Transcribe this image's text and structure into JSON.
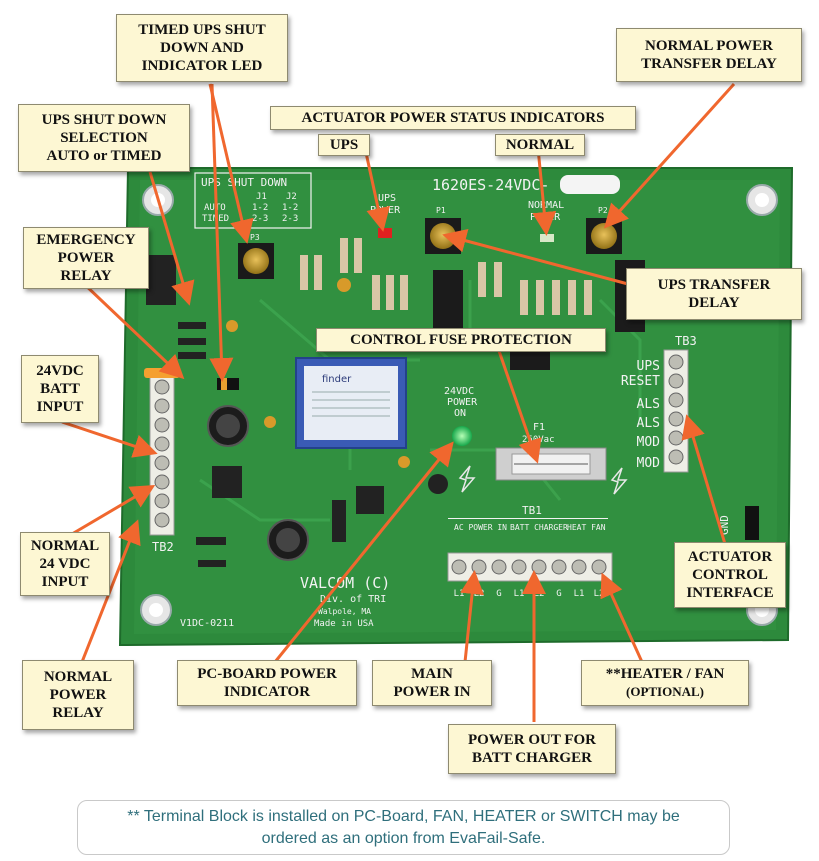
{
  "callouts": {
    "timed_ups": [
      "TIMED UPS SHUT",
      "DOWN AND",
      "INDICATOR LED"
    ],
    "normal_transfer": [
      "NORMAL POWER",
      "TRANSFER DELAY"
    ],
    "ups_shutdown": [
      "UPS SHUT DOWN",
      "SELECTION",
      "AUTO or TIMED"
    ],
    "actuator_status": "ACTUATOR POWER STATUS INDICATORS",
    "ups": "UPS",
    "normal": "NORMAL",
    "emergency_relay": [
      "EMERGENCY",
      "POWER",
      "RELAY"
    ],
    "ups_transfer": [
      "UPS TRANSFER",
      "DELAY"
    ],
    "control_fuse": "CONTROL FUSE PROTECTION",
    "batt_input": [
      "24VDC",
      "BATT",
      "INPUT"
    ],
    "normal_input": [
      "NORMAL",
      "24 VDC",
      "INPUT"
    ],
    "actuator_control": [
      "ACTUATOR",
      "CONTROL",
      "INTERFACE"
    ],
    "normal_relay": [
      "NORMAL",
      "POWER",
      "RELAY"
    ],
    "pcb_power": [
      "PC-BOARD POWER",
      "INDICATOR"
    ],
    "main_power": [
      "MAIN",
      "POWER IN"
    ],
    "heater_fan": [
      "**HEATER / FAN",
      "(OPTIONAL)"
    ],
    "batt_charger": [
      "POWER OUT FOR",
      "BATT CHARGER"
    ]
  },
  "board": {
    "model": "1620ES-24VDC-",
    "shutdown_header": "UPS SHUT DOWN",
    "jumper_table": [
      [
        "",
        "J1",
        "J2"
      ],
      [
        "AUTO",
        "1-2",
        "1-2"
      ],
      [
        "TIMED",
        "2-3",
        "2-3"
      ]
    ],
    "ups_power": [
      "UPS",
      "POWER"
    ],
    "normal_power": [
      "NORMAL",
      "POWER"
    ],
    "power_on": [
      "24VDC",
      "POWER",
      "ON"
    ],
    "fuse": [
      "F1",
      "250Vac"
    ],
    "tb1": "TB1",
    "tb2": "TB2",
    "tb3": "TB3",
    "tb1_groups": [
      "AC POWER IN",
      "BATT CHARGER",
      "HEAT FAN"
    ],
    "tb1_terms": [
      "L1",
      "L2",
      "G",
      "L1",
      "L2",
      "G",
      "L1",
      "L2"
    ],
    "tb3_labels": [
      "UPS",
      "RESET",
      "ALS",
      "ALS",
      "MOD",
      "MOD"
    ],
    "maker": [
      "VALCOM (C)",
      "Div. of TRI",
      "Walpole, MA",
      "Made in USA"
    ],
    "part": "V1DC-0211",
    "gnd": "GND",
    "relay_brand": "finder"
  },
  "note": [
    "** Terminal Block is installed on PC-Board, FAN, HEATER or SWITCH may be",
    "ordered as an option from EvaFail-Safe."
  ],
  "colors": {
    "board": "#2d8a3c",
    "arrow": "#f0672e",
    "callout_bg": "#fdf7d3",
    "note_text": "#2f6f7c"
  }
}
